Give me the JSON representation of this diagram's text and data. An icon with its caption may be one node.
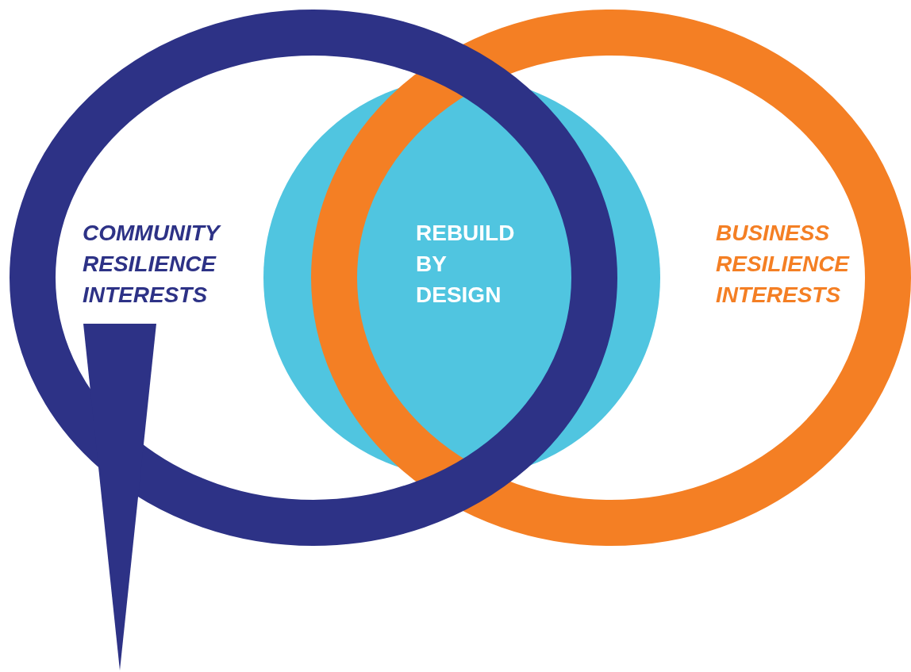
{
  "diagram": {
    "nodes": [
      {
        "text": [
          "COMMUNITY RESILIENCE INTERESTS"
        ]
      },
      {
        "text": [
          "REBUILD BY DESIGN"
        ]
      },
      {
        "text": [
          "BUSINESS RESILIENCE INTERESTS"
        ]
      }
    ]
  }
}
